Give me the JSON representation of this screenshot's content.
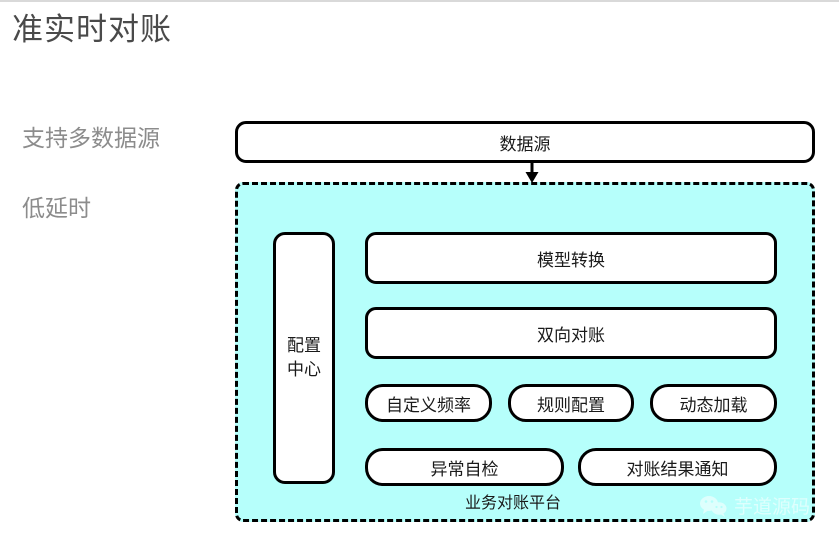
{
  "page": {
    "title": "准实时对账",
    "background_color": "#ffffff"
  },
  "side_labels": [
    {
      "text": "支持多数据源"
    },
    {
      "text": "低延时"
    }
  ],
  "diagram": {
    "source_node": {
      "label": "数据源",
      "shape": "rounded-rectangle",
      "fill": "#ffffff",
      "stroke": "#000000"
    },
    "flow_arrow": {
      "direction": "down",
      "from": "数据源",
      "to": "业务对账平台"
    },
    "platform": {
      "caption": "业务对账平台",
      "fill": "#b6fffb",
      "border_style": "dashed",
      "stroke": "#000000",
      "config_node": {
        "label_line1": "配置",
        "label_line2": "中心",
        "orientation": "vertical"
      },
      "primary_nodes": [
        {
          "label": "模型转换"
        },
        {
          "label": "双向对账"
        }
      ],
      "feature_nodes": [
        {
          "label": "自定义频率"
        },
        {
          "label": "规则配置"
        },
        {
          "label": "动态加载"
        }
      ],
      "action_nodes": [
        {
          "label": "异常自检"
        },
        {
          "label": "对账结果通知"
        }
      ]
    }
  },
  "watermark": {
    "text": "芋道源码",
    "icon": "wechat-icon"
  }
}
